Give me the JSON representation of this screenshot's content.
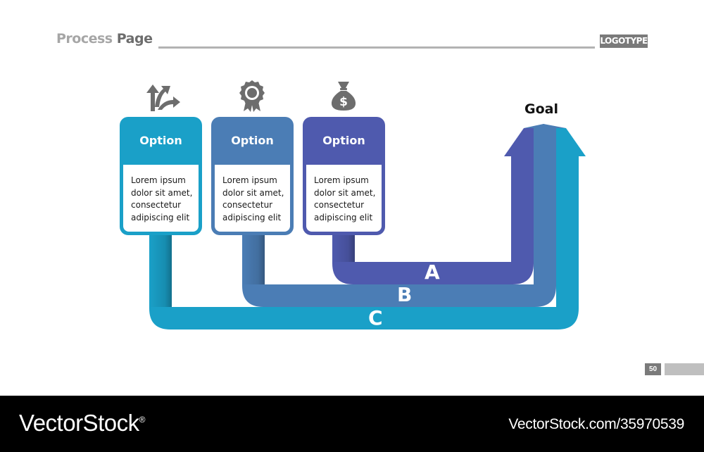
{
  "header": {
    "title_part1": "Process",
    "title_part2": "Page",
    "logotype": "LOGOTYPE"
  },
  "options": [
    {
      "title": "Option",
      "lines": [
        "Lorem ipsum",
        "dolor sit amet,",
        "consectetur",
        "adipiscing elit"
      ],
      "icon": "split-arrows-icon",
      "color": "#1aa0c8"
    },
    {
      "title": "Option",
      "lines": [
        "Lorem ipsum",
        "dolor sit amet,",
        "consectetur",
        "adipiscing elit"
      ],
      "icon": "award-ribbon-icon",
      "color": "#4b7db5"
    },
    {
      "title": "Option",
      "lines": [
        "Lorem ipsum",
        "dolor sit amet,",
        "consectetur",
        "adipiscing elit"
      ],
      "icon": "money-bag-icon",
      "color": "#4f5aae"
    }
  ],
  "goal": "Goal",
  "paths": [
    {
      "label": "A",
      "color": "#4f5aae"
    },
    {
      "label": "B",
      "color": "#4b7db5"
    },
    {
      "label": "C",
      "color": "#1aa0c8"
    }
  ],
  "page_number": "50",
  "footer": {
    "brand": "VectorStock",
    "registered": "®",
    "url": "VectorStock.com/35970539"
  }
}
